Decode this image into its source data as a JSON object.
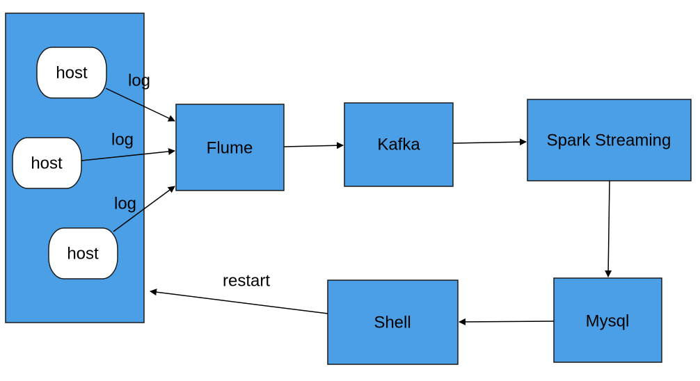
{
  "colors": {
    "box_fill": "#4a9fe6",
    "box_stroke": "#1a1a1a",
    "host_fill": "#ffffff",
    "edge": "#000000"
  },
  "nodes": {
    "host_1": "host",
    "host_2": "host",
    "host_3": "host",
    "flume": "Flume",
    "kafka": "Kafka",
    "spark": "Spark Streaming",
    "mysql": "Mysql",
    "shell": "Shell"
  },
  "edges": {
    "host1_to_flume": "log",
    "host2_to_flume": "log",
    "host3_to_flume": "log",
    "flume_to_kafka": "",
    "kafka_to_spark": "",
    "spark_to_mysql": "",
    "mysql_to_shell": "",
    "shell_to_hosts": "restart"
  }
}
